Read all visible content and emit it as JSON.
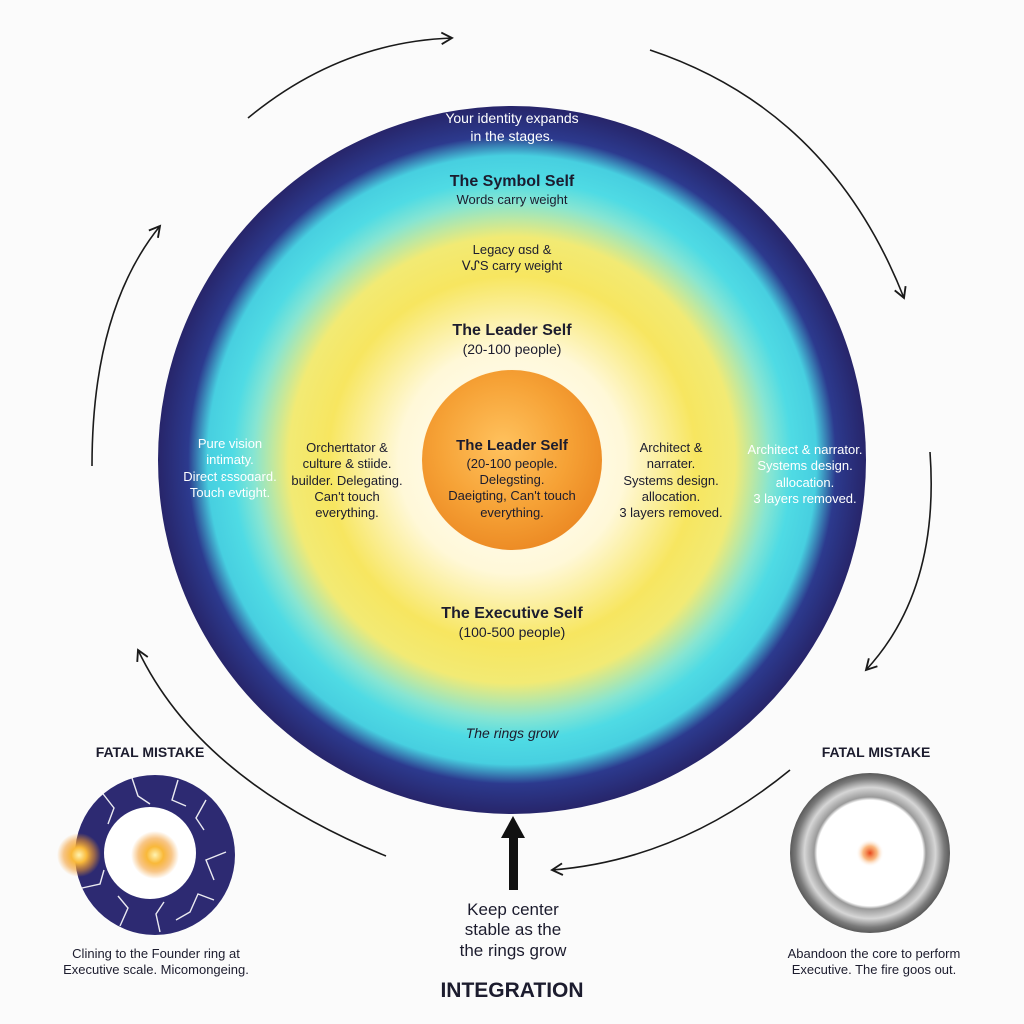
{
  "diagram": {
    "top_caption": [
      "Your identity expands",
      "in the stages."
    ],
    "symbol_self": {
      "title": "The Symbol Self",
      "subtitle": "Words carry weight"
    },
    "legacy_text": [
      "Legacy ɑsd &",
      "ᐯᔑS carry weight"
    ],
    "leader_self_upper": {
      "title": "The Leader Self",
      "subtitle": "(20-100 people)"
    },
    "core": {
      "title": "The Leader Self",
      "lines": [
        "(20-100 people.",
        "Delegsting.",
        "Daeigting, Can't touch",
        "everything."
      ]
    },
    "left_outer": [
      "Pure vision",
      "intimaty.",
      "Direct ɛssoɑard.",
      "Touch evtight."
    ],
    "left_inner": [
      "Orcherttator &",
      "culture & stiide.",
      "builder. Delegating.",
      "Can't touch",
      "everything."
    ],
    "right_inner": [
      "Architect &",
      "narrater.",
      "Systems design.",
      "allocation.",
      "3 layers removed."
    ],
    "right_outer": [
      "Architect & narrator.",
      "Systems design.",
      "allocation.",
      "3 layers removed."
    ],
    "executive_self": {
      "title": "The Executive Self",
      "subtitle": "(100-500 people)"
    },
    "rings_grow": "The rings grow",
    "center_note": [
      "Keep center",
      "stable as the",
      "the rings grow"
    ],
    "integration": "INTEGRATION",
    "left_mistake": {
      "heading": "FATAL MISTAKE",
      "caption": [
        "Clining to the Founder ring at",
        "Executive scale. Micomongeing."
      ]
    },
    "right_mistake": {
      "heading": "FATAL MISTAKE",
      "caption": [
        "Abandoon the core to perform",
        "Executive. The fire goos out."
      ]
    }
  },
  "colors": {
    "outer_navy": "#2a2670",
    "cyan": "#4fdbe4",
    "yellow": "#f6e55f",
    "cream": "#fff7d6",
    "core_orange": "#f29a2c",
    "arrow": "#1a1a1a"
  }
}
